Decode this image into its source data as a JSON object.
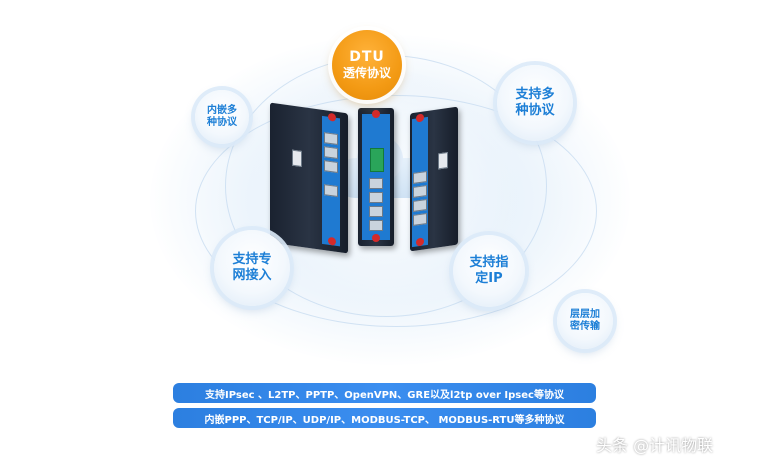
{
  "bubbles": {
    "dtu_line1": "DTU",
    "dtu_line2": "透传协议",
    "embedded": "内嵌多\n种协议",
    "multi": "支持多\n种协议",
    "private": "支持专\n网接入",
    "static_ip": "支持指\n定IP",
    "layered": "层层加\n密传输"
  },
  "banners": {
    "line1": "支持IPsec 、L2TP、PPTP、OpenVPN、GRE以及l2tp over Ipsec等协议",
    "line2": "内嵌PPP、TCP/IP、UDP/IP、MODBUS-TCP、 MODBUS-RTU等多种协议"
  },
  "watermark": "头条 @计讯物联",
  "colors": {
    "accent_blue": "#1d7fd6",
    "accent_orange": "#f39a14",
    "banner_blue": "#3b8ef0"
  }
}
